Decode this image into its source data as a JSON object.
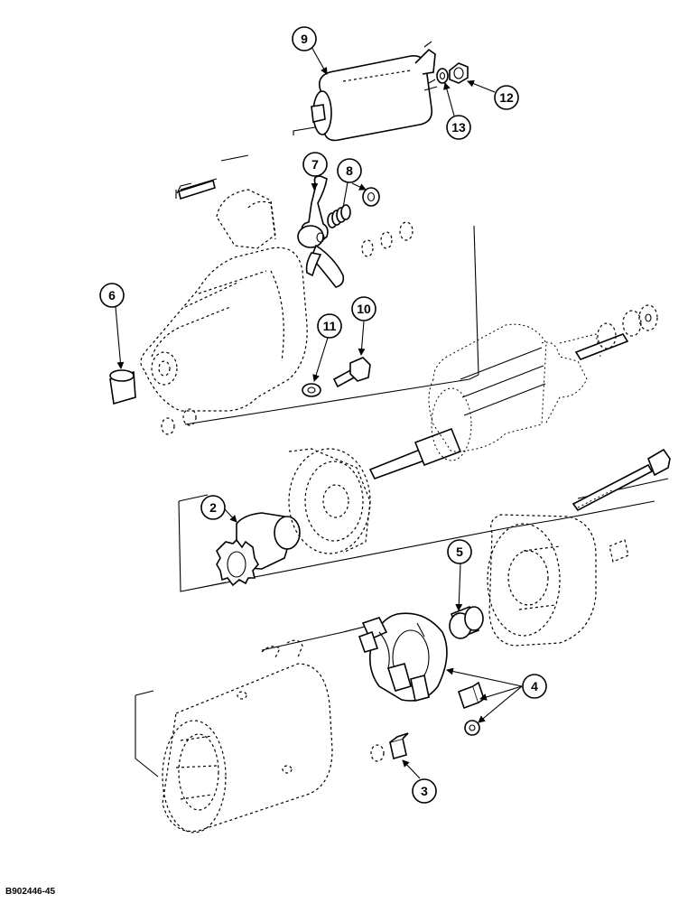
{
  "callouts": {
    "c2": "2",
    "c3": "3",
    "c4": "4",
    "c5": "5",
    "c6": "6",
    "c7": "7",
    "c8": "8",
    "c9": "9",
    "c10": "10",
    "c11": "11",
    "c12": "12",
    "c13": "13"
  },
  "figure_code": "B902446-45"
}
